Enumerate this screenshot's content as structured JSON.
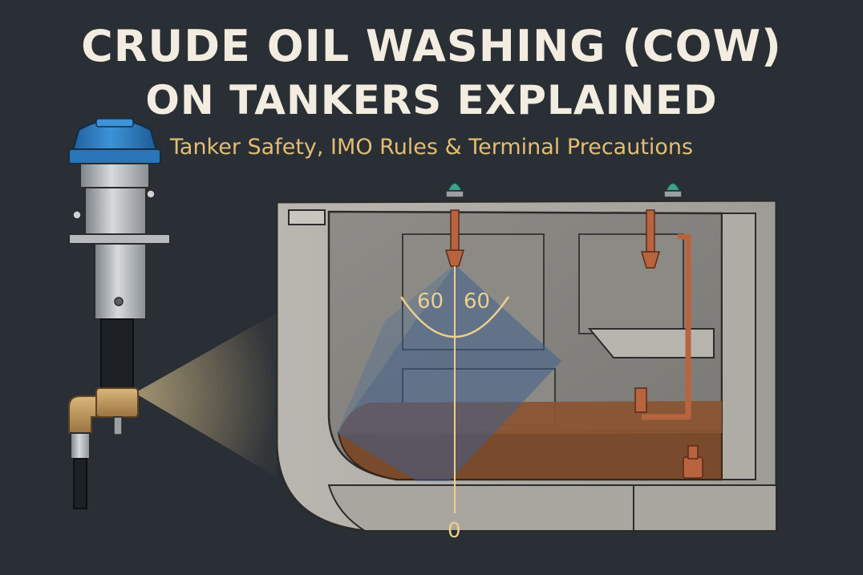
{
  "header": {
    "title_line_1": "CRUDE OIL WASHING (COW)",
    "title_line_2": "ON TANKERS EXPLAINED",
    "subtitle": "Tanker Safety, IMO Rules & Terminal Precautions"
  },
  "diagram": {
    "angle_left": "60",
    "angle_right": "60",
    "angle_base": "0"
  },
  "colors": {
    "background": "#2a2f35",
    "title": "#f2ede0",
    "subtitle": "#e2bd73",
    "crude_oil": "#7a4a2c",
    "spray_cone": "#3f5f8c",
    "machine_cap": "#2f7fc4",
    "pipe": "#b8643f"
  },
  "icons": [
    "cow-machine-icon",
    "deck-light-icon",
    "nozzle-icon",
    "pump-icon"
  ]
}
